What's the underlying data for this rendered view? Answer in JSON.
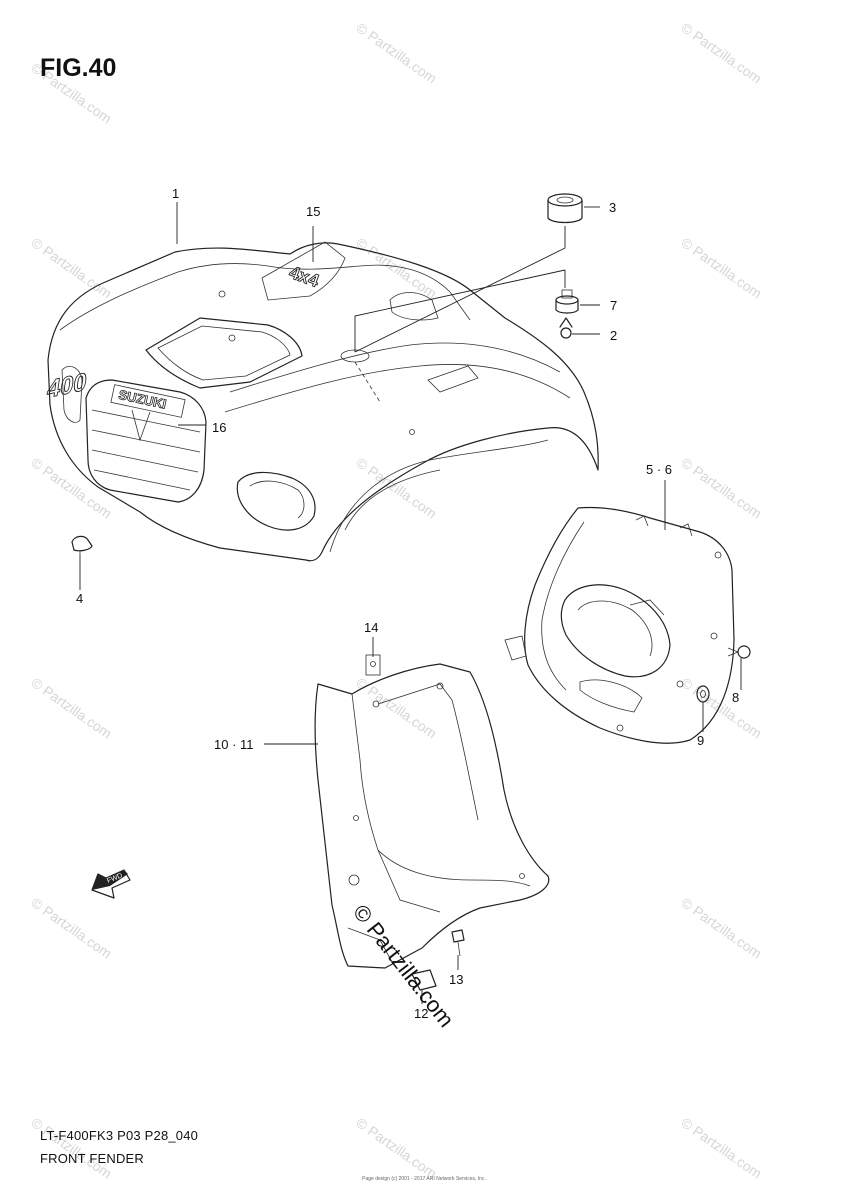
{
  "figure_title": "FIG.40",
  "model_code": "LT-F400FK3 P03 P28_040",
  "section_name": "FRONT FENDER",
  "copyright_line": "Page design (c) 2001 - 2017 ARI Network Services, Inc.",
  "watermark_text": "© Partzilla.com",
  "emblems": {
    "brand": "SUZUKI",
    "drive": "4x4",
    "model": "400",
    "direction": "FWD"
  },
  "callouts": {
    "c1": "1",
    "c2": "2",
    "c3": "3",
    "c4": "4",
    "c5_6": "5 · 6",
    "c7": "7",
    "c8": "8",
    "c9": "9",
    "c10_11": "10 · 11",
    "c12": "12",
    "c13": "13",
    "c14": "14",
    "c15": "15",
    "c16": "16"
  }
}
